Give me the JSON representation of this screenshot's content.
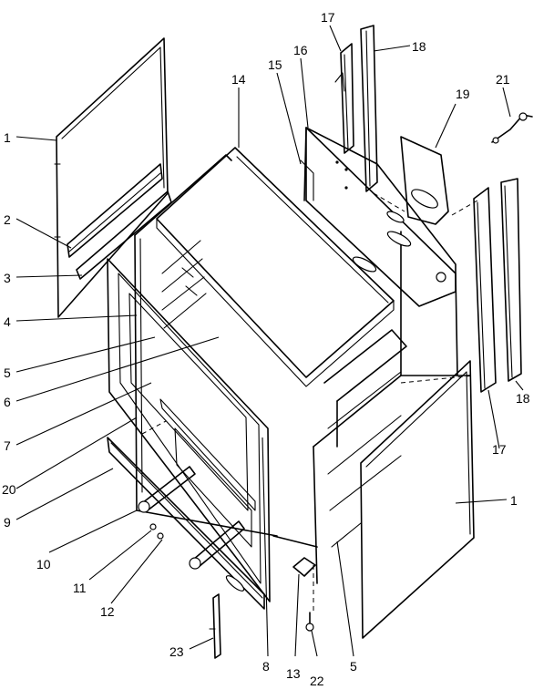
{
  "callouts": [
    {
      "id": "c1a",
      "text": "1"
    },
    {
      "id": "c2",
      "text": "2"
    },
    {
      "id": "c3",
      "text": "3"
    },
    {
      "id": "c4",
      "text": "4"
    },
    {
      "id": "c5a",
      "text": "5"
    },
    {
      "id": "c6",
      "text": "6"
    },
    {
      "id": "c7",
      "text": "7"
    },
    {
      "id": "c20",
      "text": "20"
    },
    {
      "id": "c9",
      "text": "9"
    },
    {
      "id": "c10",
      "text": "10"
    },
    {
      "id": "c11",
      "text": "11"
    },
    {
      "id": "c12",
      "text": "12"
    },
    {
      "id": "c23",
      "text": "23"
    },
    {
      "id": "c8",
      "text": "8"
    },
    {
      "id": "c13",
      "text": "13"
    },
    {
      "id": "c22",
      "text": "22"
    },
    {
      "id": "c5b",
      "text": "5"
    },
    {
      "id": "c14",
      "text": "14"
    },
    {
      "id": "c15",
      "text": "15"
    },
    {
      "id": "c16",
      "text": "16"
    },
    {
      "id": "c17a",
      "text": "17"
    },
    {
      "id": "c18a",
      "text": "18"
    },
    {
      "id": "c19",
      "text": "19"
    },
    {
      "id": "c21",
      "text": "21"
    },
    {
      "id": "c17b",
      "text": "17"
    },
    {
      "id": "c18b",
      "text": "18"
    },
    {
      "id": "c1b",
      "text": "1"
    }
  ]
}
